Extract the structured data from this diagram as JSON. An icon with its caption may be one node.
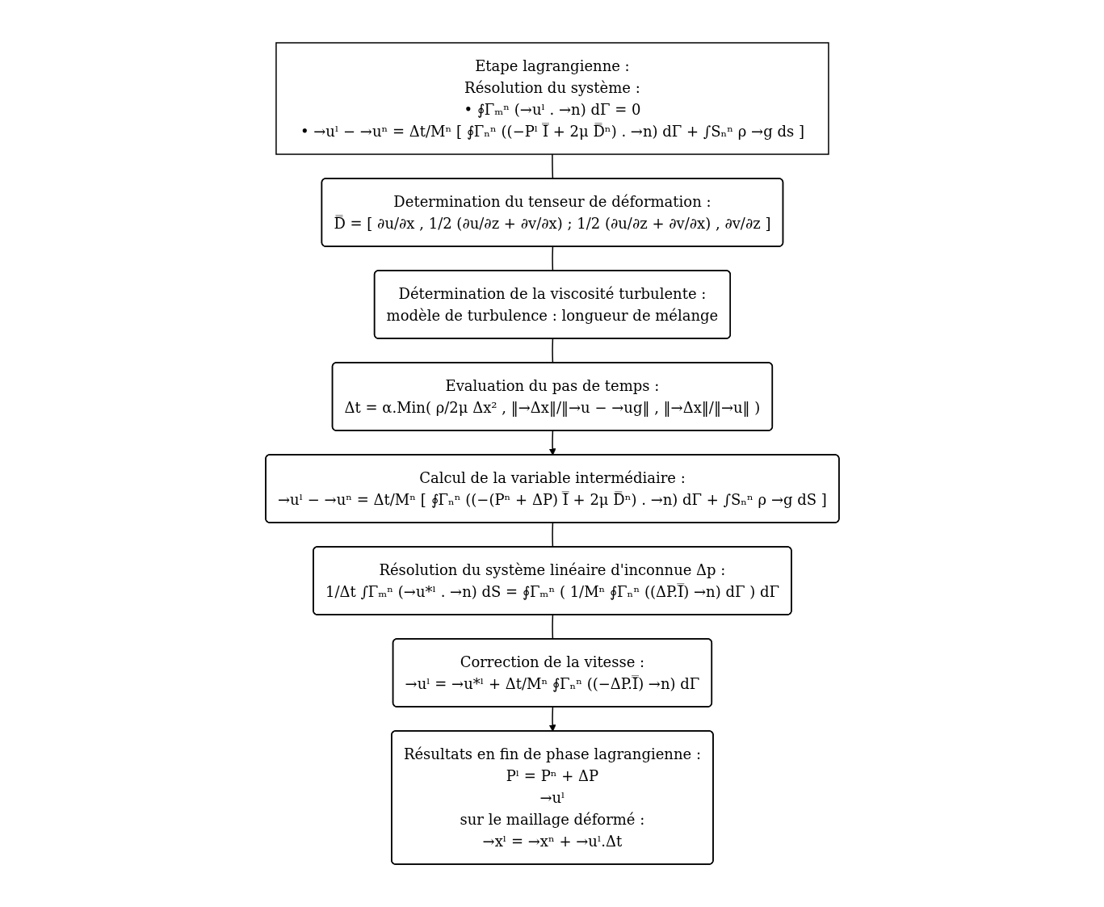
{
  "diagram": {
    "nodes": [
      {
        "text": [
          "Etape lagrangienne :",
          "Résolution du système :",
          "• ∮Γₘⁿ (→uˡ . →n) dΓ = 0",
          "• →uˡ − →uⁿ = Δt/Mⁿ [ ∮Γₙⁿ ((−Pˡ I̿ + 2μ D̿ⁿ) . →n) dΓ + ∫Sₙⁿ ρ →g ds ]"
        ]
      },
      {
        "text": [
          "Determination du tenseur de déformation :",
          "D̿ = [ ∂u/∂x , 1/2 (∂u/∂z + ∂v/∂x) ; 1/2 (∂u/∂z + ∂v/∂x) , ∂v/∂z ]"
        ]
      },
      {
        "text": [
          "Détermination de la viscosité turbulente :",
          "modèle de turbulence : longueur de mélange"
        ]
      },
      {
        "text": [
          "Evaluation du pas de temps :",
          "Δt = α.Min( ρ/2μ Δx² , ‖→Δx‖/‖→u − →ug‖ , ‖→Δx‖/‖→u‖ )"
        ]
      },
      {
        "text": [
          "Calcul de la variable intermédiaire :",
          "→uˡ − →uⁿ = Δt/Mⁿ [ ∮Γₙⁿ ((−(Pⁿ + ΔP) I̿ + 2μ D̿ⁿ) . →n) dΓ + ∫Sₙⁿ ρ →g dS ]"
        ]
      },
      {
        "text": [
          "Résolution du système linéaire d'inconnue Δp :",
          "1/Δt ∫Γₘⁿ (→u*ˡ . →n) dS = ∮Γₘⁿ ( 1/Mⁿ ∮Γₙⁿ ((ΔP.I̿) →n) dΓ ) dΓ"
        ]
      },
      {
        "text": [
          "Correction de la vitesse :",
          "→uˡ = →u*ˡ + Δt/Mⁿ ∮Γₙⁿ ((−ΔP.I̿) →n) dΓ"
        ]
      },
      {
        "text": [
          "Résultats en fin de phase lagrangienne :",
          "Pˡ = Pⁿ + ΔP",
          "→uˡ",
          "sur le maillage déformé :",
          "→xˡ = →xⁿ + →uˡ.Δt"
        ]
      }
    ],
    "edges": [
      {
        "from": 0,
        "to": 1,
        "arrow": "none"
      },
      {
        "from": 1,
        "to": 2,
        "arrow": "none"
      },
      {
        "from": 2,
        "to": 3,
        "arrow": "none"
      },
      {
        "from": 3,
        "to": 4,
        "arrow": "to"
      },
      {
        "from": 4,
        "to": 5,
        "arrow": "none"
      },
      {
        "from": 5,
        "to": 6,
        "arrow": "none"
      },
      {
        "from": 6,
        "to": 7,
        "arrow": "to"
      }
    ]
  }
}
